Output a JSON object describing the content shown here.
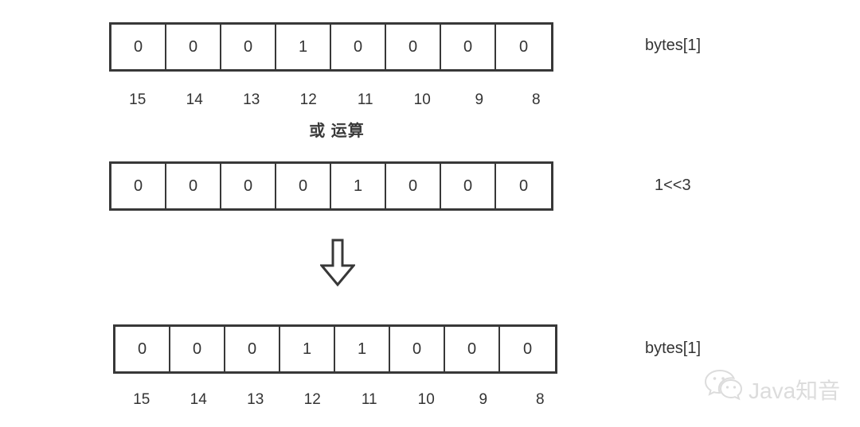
{
  "diagram": {
    "operator_label": "或 运算",
    "rows": [
      {
        "label": "bytes[1]",
        "bits": [
          "0",
          "0",
          "0",
          "1",
          "0",
          "0",
          "0",
          "0"
        ],
        "positions": [
          "15",
          "14",
          "13",
          "12",
          "11",
          "10",
          "9",
          "8"
        ]
      },
      {
        "label": "1<<3",
        "bits": [
          "0",
          "0",
          "0",
          "0",
          "1",
          "0",
          "0",
          "0"
        ]
      },
      {
        "label": "bytes[1]",
        "bits": [
          "0",
          "0",
          "0",
          "1",
          "1",
          "0",
          "0",
          "0"
        ],
        "positions": [
          "15",
          "14",
          "13",
          "12",
          "11",
          "10",
          "9",
          "8"
        ]
      }
    ],
    "arrow_icon": "down-arrow"
  },
  "watermark": {
    "icon": "wechat-logo",
    "text": "Java知音"
  },
  "colors": {
    "background": "#ffffff",
    "line": "#383838",
    "text": "#333333",
    "watermark": "#dcdcdc"
  }
}
